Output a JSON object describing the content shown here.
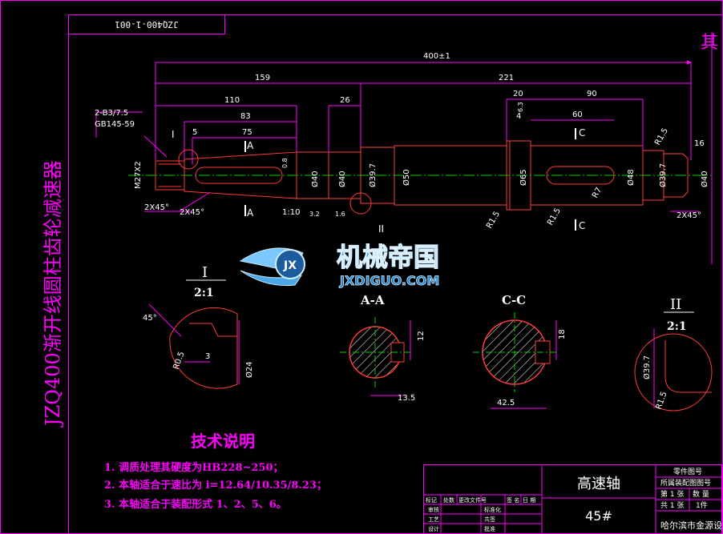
{
  "colors": {
    "frame": "#ff00ff",
    "line": "#ff3a3a",
    "center": "#00d000",
    "white": "#ffffff",
    "yellow": "#e8e800",
    "cyan": "#00c8ff",
    "background": "#000000"
  },
  "drawing_number": "JZQ400-1-001",
  "side_title": "JZQ400渐开线圆柱齿轮减速器",
  "top_right_note": "其",
  "dims": {
    "overall": "400±1",
    "d159": "159",
    "d221": "221",
    "d110": "110",
    "d83": "83",
    "d75": "75",
    "d5": "5",
    "d26": "26",
    "d20": "20",
    "d90": "90",
    "d4": "4",
    "d60": "60",
    "thread": "M27X2",
    "chamfer_left": "2X45°",
    "chamfer_left2": "2X45°",
    "chamfer_right": "2X45°",
    "center_hole": "2-B3/7.5",
    "center_std": "GB145-59",
    "taper": "1:10",
    "d40a": "Ø40",
    "d40b": "Ø40",
    "d397": "Ø39.7",
    "d50": "Ø50",
    "d65": "Ø65",
    "d48": "Ø48",
    "d397b": "Ø39.7",
    "d40c": "Ø40",
    "r15a": "R1.5",
    "r15b": "R1.5",
    "r15c": "R1.5",
    "r7": "R7",
    "d16": "16",
    "sec_a1": "A",
    "sec_a2": "A",
    "sec_c1": "C",
    "sec_c2": "C",
    "detail_I_mark": "I",
    "detail_II_mark": "II",
    "rough32": "3.2",
    "rough16": "1.6",
    "rough63": "6.3",
    "rough08": "0.8"
  },
  "views": {
    "detail1_title": "I",
    "detail1_scale": "2:1",
    "detail2_title": "II",
    "detail2_scale": "2:1",
    "sec_aa": "A-A",
    "sec_cc": "C-C",
    "d1_angle": "45°",
    "d1_r": "R0.5",
    "d1_3": "3",
    "d1_24": "Ø24",
    "aa_135": "13.5",
    "aa_12": "12",
    "cc_425": "42.5",
    "cc_18": "18",
    "d2_397": "Ø39.7",
    "d2_r15": "R1.5"
  },
  "watermark": {
    "brand": "机械帝国",
    "url": "JXDIGUO.COM",
    "emblem_letters": "JX"
  },
  "tech": {
    "title": "技术说明",
    "items": [
      "1. 调质处理其硬度为HB228~250；",
      "2. 本轴适合于速比为 i=12.64/10.35/8.23；",
      "3. 本轴适合于装配形式 1、2、5、6。"
    ]
  },
  "title_block": {
    "part_name": "高速轴",
    "material": "45#",
    "r1": "零件图号",
    "r2": "所属装配图图号",
    "sheet_a": "第 1 张",
    "sheet_b": "数 量",
    "total": "共 1 张",
    "qty": "1件",
    "company": "哈尔滨市金源设",
    "row_marks": [
      "标记",
      "处数",
      "更改文件号",
      "签 名",
      "日 期"
    ],
    "row_roles": [
      "审核",
      "工艺",
      "设计"
    ],
    "row_roles2": [
      "标准化",
      "共签",
      "批准"
    ]
  }
}
